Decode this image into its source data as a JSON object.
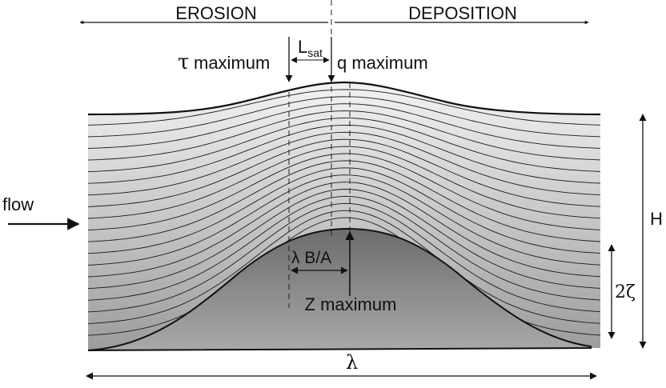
{
  "header": {
    "erosion": "EROSION",
    "deposition": "DEPOSITION"
  },
  "annotations": {
    "tau": "τ",
    "tau_max": "maximum",
    "l": "L",
    "l_sub": "sat",
    "q_max": "q maximum",
    "flow": "flow",
    "h": "H",
    "lambda_ba": "λ B/A",
    "z_max": "Z maximum",
    "two_zeta": "2ζ",
    "lambda": "λ"
  },
  "colors": {
    "fluid_top": "#f2f2f2",
    "fluid_bottom": "#9a9a9a",
    "bed_top": "#6e6e6e",
    "bed_bottom": "#a8a8a8",
    "line": "#1a1a1a"
  }
}
